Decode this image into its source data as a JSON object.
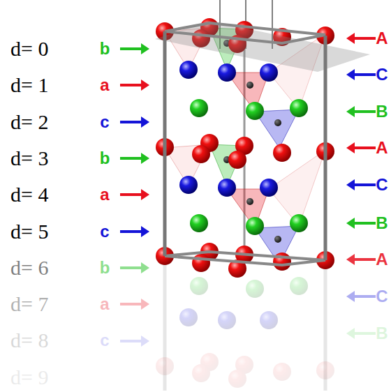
{
  "diagram": {
    "labels": [
      "d= 0",
      "d= 1",
      "d= 2",
      "d= 3",
      "d= 4",
      "d= 5",
      "d= 6",
      "d= 7",
      "d= 8",
      "d= 9",
      "b",
      "a",
      "c",
      "b",
      "a",
      "c",
      "b",
      "a",
      "c",
      "A",
      "C",
      "B",
      "A",
      "C",
      "B",
      "A",
      "C",
      "B"
    ]
  }
}
